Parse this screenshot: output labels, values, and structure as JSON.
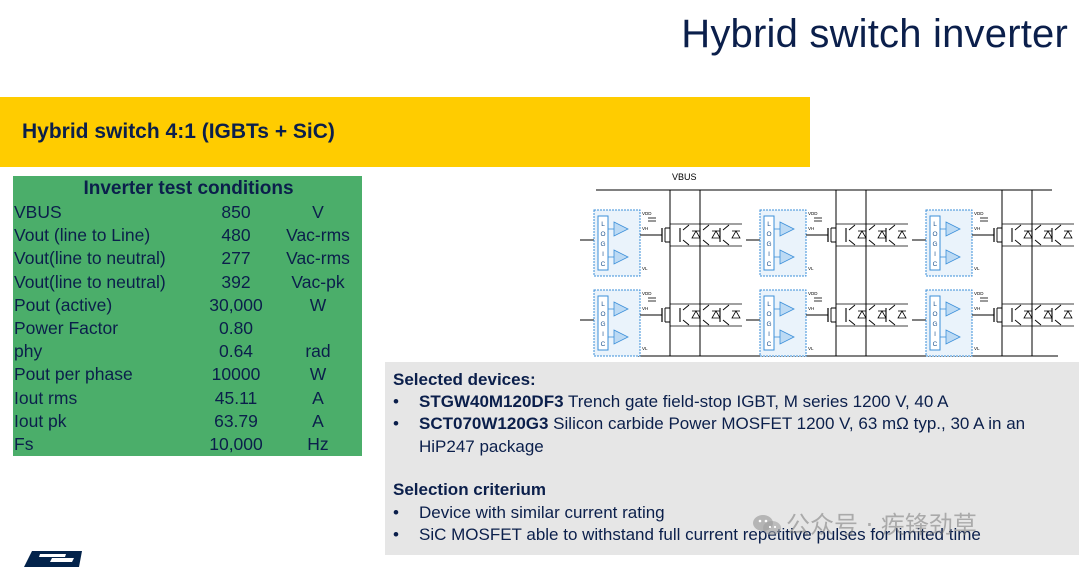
{
  "slide": {
    "title": "Hybrid switch inverter"
  },
  "banner": {
    "text": "Hybrid switch 4:1 (IGBTs + SiC)",
    "color": "#ffcc00"
  },
  "conditions": {
    "title": "Inverter test conditions",
    "rows": [
      {
        "param": "VBUS",
        "value": "850",
        "unit": "V"
      },
      {
        "param": "Vout (line to Line)",
        "value": "480",
        "unit": "Vac-rms"
      },
      {
        "param": "Vout(line to neutral)",
        "value": "277",
        "unit": "Vac-rms"
      },
      {
        "param": "Vout(line to neutral)",
        "value": "392",
        "unit": "Vac-pk"
      },
      {
        "param": "Pout (active)",
        "value": "30,000",
        "unit": "W"
      },
      {
        "param": "Power Factor",
        "value": "0.80",
        "unit": ""
      },
      {
        "param": "phy",
        "value": "0.64",
        "unit": "rad"
      },
      {
        "param": "Pout per phase",
        "value": "10000",
        "unit": "W"
      },
      {
        "param": "Iout rms",
        "value": "45.11",
        "unit": "A"
      },
      {
        "param": "Iout pk",
        "value": "63.79",
        "unit": "A"
      },
      {
        "param": "Fs",
        "value": "10,000",
        "unit": "Hz"
      }
    ],
    "color": "#4bae6a"
  },
  "circuit": {
    "bus_label": "VBUS",
    "logic_label": "LOGIC",
    "pin_labels": {
      "vdd": "VDD",
      "vh": "VH",
      "vl": "VL"
    }
  },
  "devices": {
    "heading": "Selected devices:",
    "items": [
      {
        "part": "STGW40M120DF3",
        "desc": " Trench gate field-stop IGBT, M series 1200 V, 40 A"
      },
      {
        "part": "SCT070W120G3",
        "desc": " Silicon carbide Power MOSFET 1200 V, 63 mΩ typ., 30 A in an HiP247 package"
      }
    ],
    "criterium_heading": "Selection criterium",
    "criteria": [
      "Device with similar current rating",
      "SiC MOSFET able to withstand full current repetitive pulses for limited time"
    ],
    "bullet": "•"
  },
  "watermark": {
    "text": "公众号 · 疾锋劲草",
    "icon": "wechat-icon"
  }
}
